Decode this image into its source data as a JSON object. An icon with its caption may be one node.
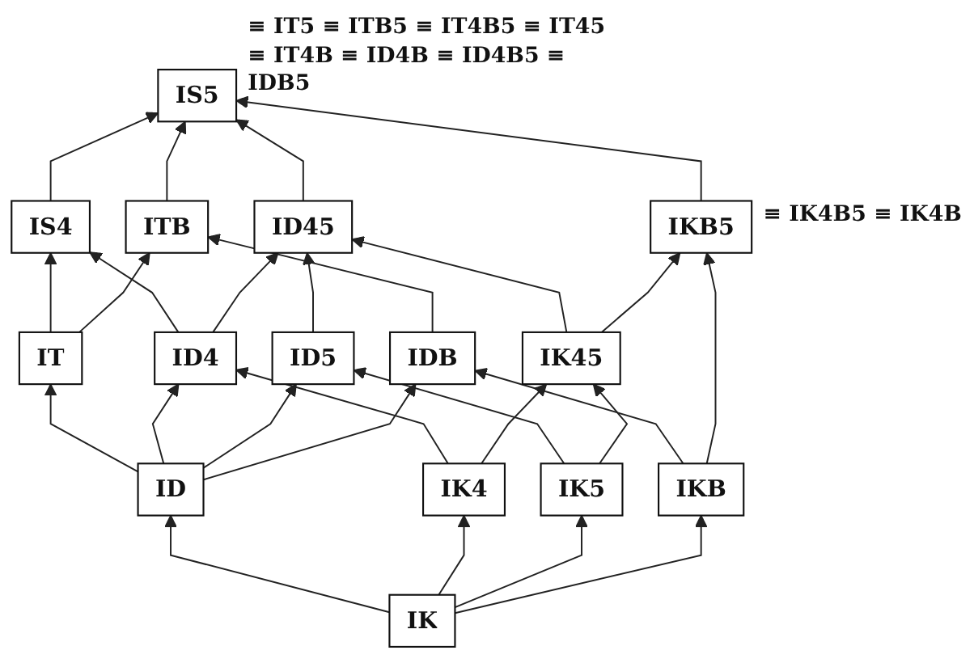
{
  "diagram": {
    "nodes": [
      {
        "text": [
          "IS4"
        ]
      },
      {
        "text": [
          "IS5"
        ],
        "beside": [
          "≡ IT5 ≡ ITB5 ≡ IT4B5 ≡ IT45 ≡ IT4B ≡ ID4B ≡ ID4B5 ≡ IDB5"
        ]
      },
      {
        "text": [
          "IT"
        ]
      },
      {
        "text": [
          "ITB"
        ]
      },
      {
        "text": [
          "ID4"
        ]
      },
      {
        "text": [
          "ID45"
        ]
      },
      {
        "text": [
          "ID5"
        ]
      },
      {
        "text": [
          "ID"
        ]
      },
      {
        "text": [
          "IDB"
        ]
      },
      {
        "text": [
          "IK4"
        ]
      },
      {
        "text": [
          "IK45"
        ]
      },
      {
        "text": [
          "IKB5"
        ],
        "beside": [
          "≡ IK4B5 ≡ IK4B"
        ]
      },
      {
        "text": [
          "IK5"
        ]
      },
      {
        "text": [
          "IK"
        ]
      },
      {
        "text": [
          "IKB"
        ]
      }
    ],
    "edges": [
      {
        "from": 13,
        "to": 7,
        "arrow": "to"
      },
      {
        "from": 13,
        "to": 9,
        "arrow": "to"
      },
      {
        "from": 13,
        "to": 12,
        "arrow": "to"
      },
      {
        "from": 13,
        "to": 14,
        "arrow": "to"
      },
      {
        "from": 9,
        "to": 4,
        "arrow": "to"
      },
      {
        "from": 9,
        "to": 10,
        "arrow": "to"
      },
      {
        "from": 12,
        "to": 6,
        "arrow": "to"
      },
      {
        "from": 12,
        "to": 10,
        "arrow": "to"
      },
      {
        "from": 14,
        "to": 8,
        "arrow": "to"
      },
      {
        "from": 14,
        "to": 11,
        "arrow": "to"
      },
      {
        "from": 10,
        "to": 5,
        "arrow": "to"
      },
      {
        "from": 10,
        "to": 11,
        "arrow": "to"
      },
      {
        "from": 11,
        "to": 1,
        "arrow": "to"
      },
      {
        "from": 7,
        "to": 2,
        "arrow": "to"
      },
      {
        "from": 7,
        "to": 4,
        "arrow": "to"
      },
      {
        "from": 7,
        "to": 6,
        "arrow": "to"
      },
      {
        "from": 7,
        "to": 8,
        "arrow": "to"
      },
      {
        "from": 4,
        "to": 0,
        "arrow": "to"
      },
      {
        "from": 4,
        "to": 5,
        "arrow": "to"
      },
      {
        "from": 6,
        "to": 5,
        "arrow": "to"
      },
      {
        "from": 5,
        "to": 1,
        "arrow": "to"
      },
      {
        "from": 8,
        "to": 3,
        "arrow": "to"
      },
      {
        "from": 2,
        "to": 0,
        "arrow": "to"
      },
      {
        "from": 2,
        "to": 3,
        "arrow": "to"
      },
      {
        "from": 0,
        "to": 1,
        "arrow": "to"
      },
      {
        "from": 3,
        "to": 1,
        "arrow": "to"
      }
    ]
  }
}
